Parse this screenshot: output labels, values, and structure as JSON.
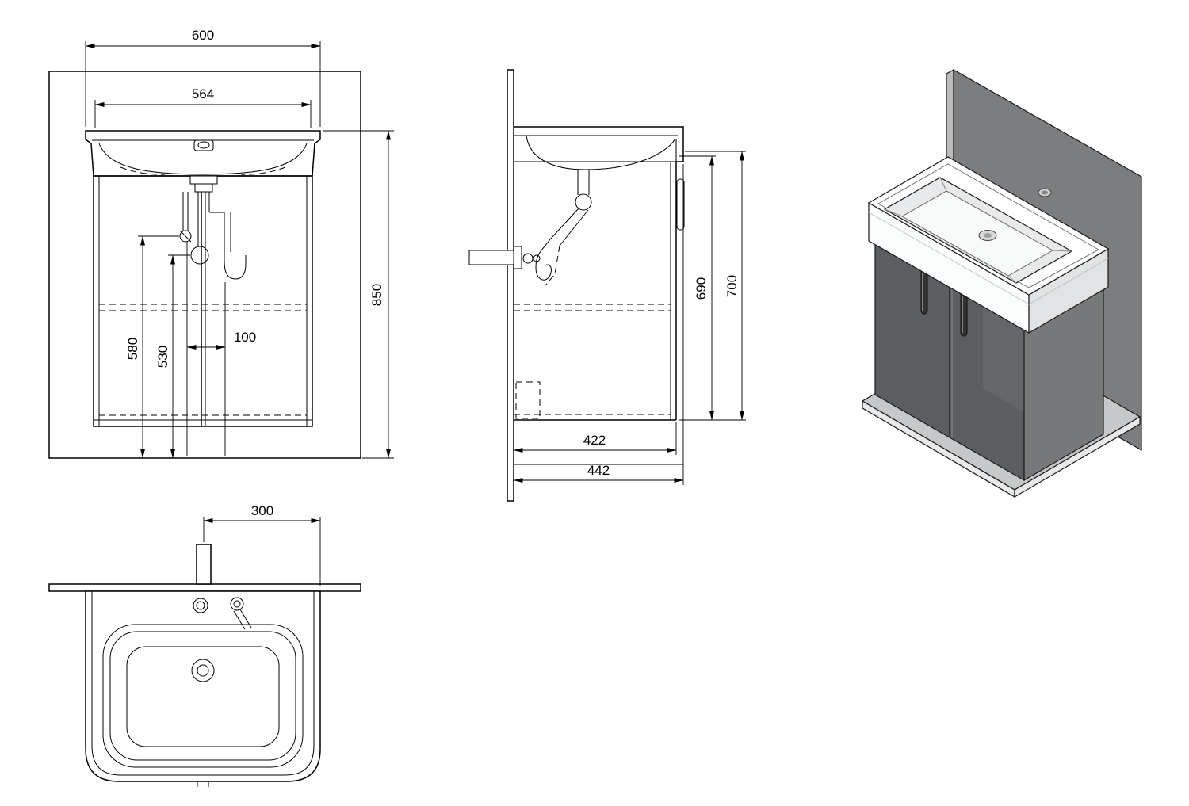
{
  "drawing": {
    "subject": "bathroom-vanity-unit-with-washbasin",
    "background": "#ffffff",
    "line_color": "#000000",
    "front_view": {
      "dim_overall_width": "600",
      "dim_basin_width": "564",
      "dim_overall_height": "850",
      "dim_supply_height": "580",
      "dim_waste_height": "530",
      "dim_drain_offset": "100"
    },
    "side_view": {
      "dim_cabinet_height": "690",
      "dim_overall_height": "700",
      "dim_cabinet_depth": "422",
      "dim_overall_depth": "442"
    },
    "top_view": {
      "dim_center_to_edge": "300"
    },
    "isometric_view": {
      "colors": {
        "wall": "#7b7d7e",
        "wall_edge": "#b9bbbc",
        "base_plate": "#c6c8c9",
        "base_plate_edge": "#e8e9e9",
        "cabinet_front": "#5b5e60",
        "cabinet_side": "#77787a",
        "basin_top": "#ffffff",
        "basin_front": "#fbfcfc",
        "basin_side": "#e2e3e4",
        "bowl_inner": "#e8e9ea",
        "bowl_floor": "#f8f9f9",
        "handle": "#303234"
      }
    }
  }
}
